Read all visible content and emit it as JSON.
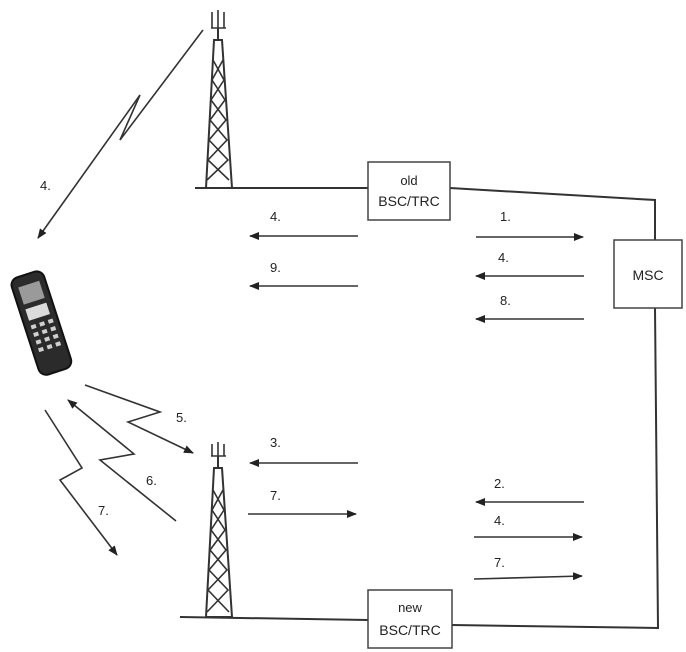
{
  "nodes": {
    "old_bsc": {
      "line1": "old",
      "line2": "BSC/TRC"
    },
    "new_bsc": {
      "line1": "new",
      "line2": "BSC/TRC"
    },
    "msc": {
      "label": "MSC"
    }
  },
  "old_tower_arrows": [
    {
      "label": "4.",
      "direction": "left"
    },
    {
      "label": "9.",
      "direction": "left"
    }
  ],
  "new_tower_arrows": [
    {
      "label": "3.",
      "direction": "left"
    },
    {
      "label": "7.",
      "direction": "right"
    }
  ],
  "msc_old_arrows": [
    {
      "label": "1.",
      "direction": "right"
    },
    {
      "label": "4.",
      "direction": "left"
    },
    {
      "label": "8.",
      "direction": "left"
    }
  ],
  "msc_new_arrows": [
    {
      "label": "2.",
      "direction": "left"
    },
    {
      "label": "4.",
      "direction": "right"
    },
    {
      "label": "7.",
      "direction": "right"
    }
  ],
  "radio_links": [
    {
      "label": "4."
    },
    {
      "label": "5."
    },
    {
      "label": "6."
    },
    {
      "label": "7."
    }
  ]
}
